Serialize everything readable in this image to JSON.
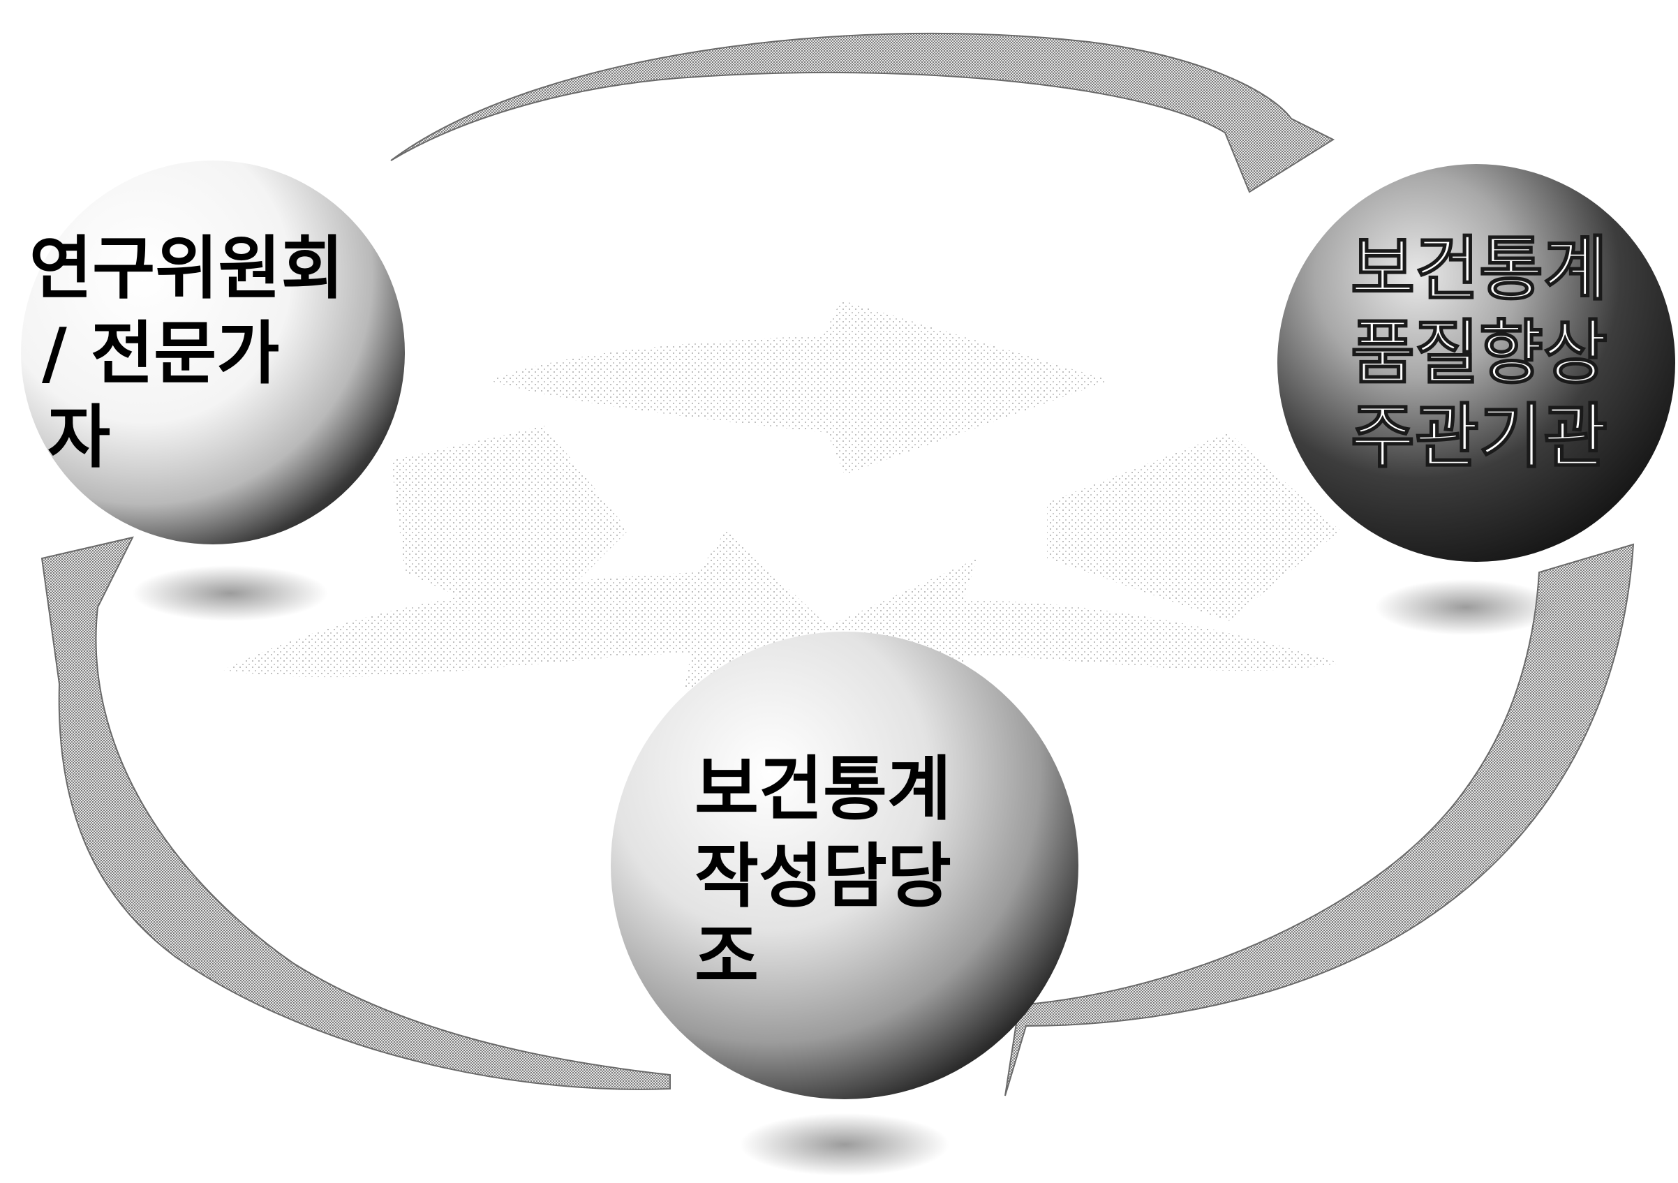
{
  "diagram": {
    "nodes": [
      {
        "id": "research-committee",
        "lines": [
          "연구위원회",
          "/ 전문가",
          "자"
        ],
        "sphere": "light",
        "text_color": "#000000"
      },
      {
        "id": "quality-agency",
        "lines": [
          "보건통계",
          "품질향상",
          "주관기관"
        ],
        "sphere": "dark",
        "text_color": "#ffffff"
      },
      {
        "id": "statistics-staff",
        "lines": [
          "보건통계",
          "작성담당",
          "조"
        ],
        "sphere": "mid",
        "text_color": "#000000"
      }
    ],
    "cycle_arrows": [
      "top-arc-to-right",
      "right-arc-to-bottom",
      "bottom-arc-to-left"
    ],
    "colors": {
      "background": "#ffffff",
      "arrow_fill": "#cfcfcf",
      "sphere_light": "#f2f2f2",
      "sphere_dark": "#111111",
      "text": "#000000"
    }
  }
}
